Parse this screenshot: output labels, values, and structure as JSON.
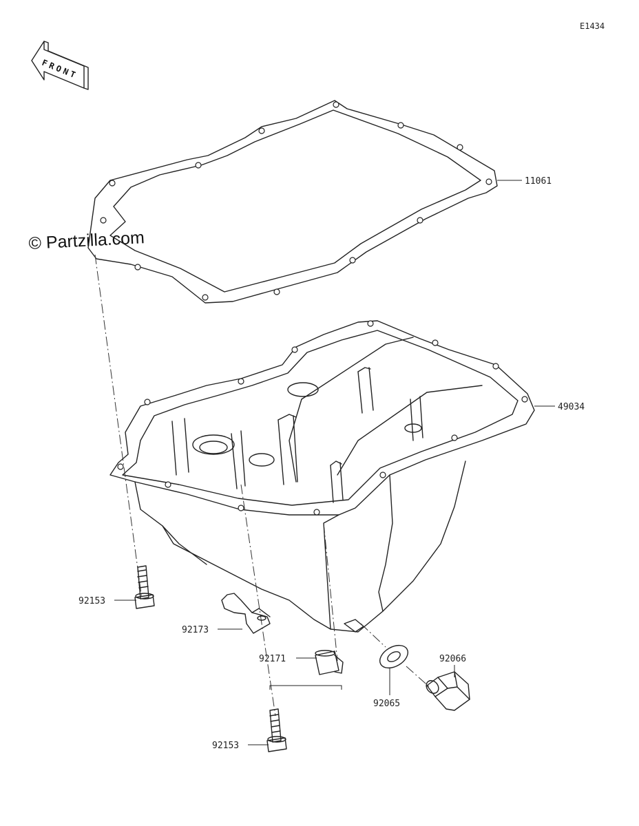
{
  "diagram_code": "E1434",
  "watermark": "© Partzilla.com",
  "front_arrow": {
    "letters": [
      "F",
      "R",
      "O",
      "N",
      "T"
    ]
  },
  "parts": [
    {
      "id": "gasket",
      "number": "11061"
    },
    {
      "id": "oil-pan",
      "number": "49034"
    },
    {
      "id": "bolt-left",
      "number": "92153"
    },
    {
      "id": "clamp",
      "number": "92173"
    },
    {
      "id": "collar",
      "number": "92171"
    },
    {
      "id": "washer",
      "number": "92065"
    },
    {
      "id": "drain-plug",
      "number": "92066"
    },
    {
      "id": "bolt-bottom",
      "number": "92153"
    }
  ]
}
